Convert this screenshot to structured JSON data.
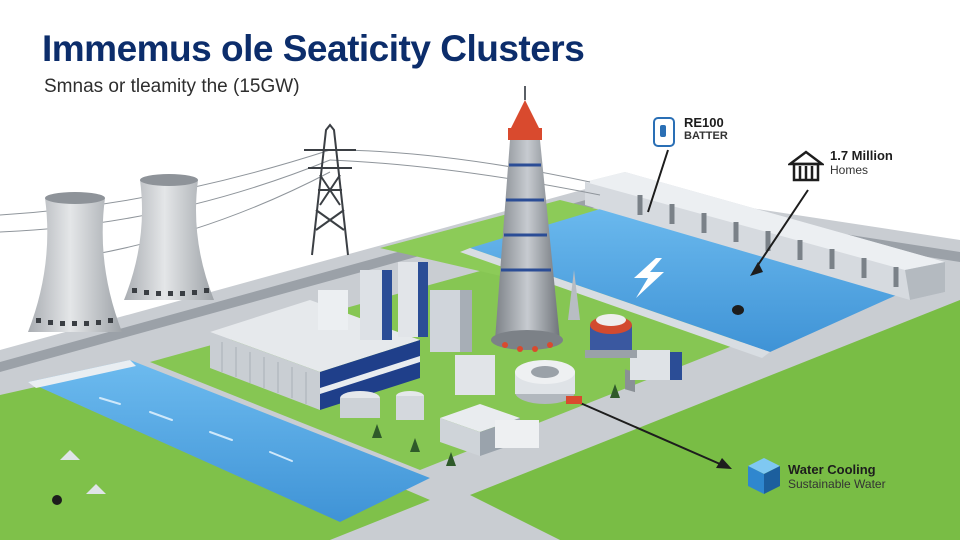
{
  "header": {
    "title": "Immemus ole Seaticity Clusters",
    "subtitle": "Smnas or tleamity the (15GW)"
  },
  "callouts": {
    "battery": {
      "label": "RE100",
      "sublabel": "BATTER",
      "icon": "battery-icon"
    },
    "homes": {
      "label": "1.7 Million",
      "sublabel": "Homes",
      "icon": "homes-icon"
    },
    "water": {
      "label": "Water Cooling",
      "sublabel": "Sustainable Water",
      "icon": "cube-icon"
    }
  },
  "colors": {
    "title": "#0c2d6b",
    "water": "#5aaee8",
    "grass": "#7fc14a",
    "tower_accent": "#d94a2e",
    "building_blue": "#1f3f8a"
  }
}
